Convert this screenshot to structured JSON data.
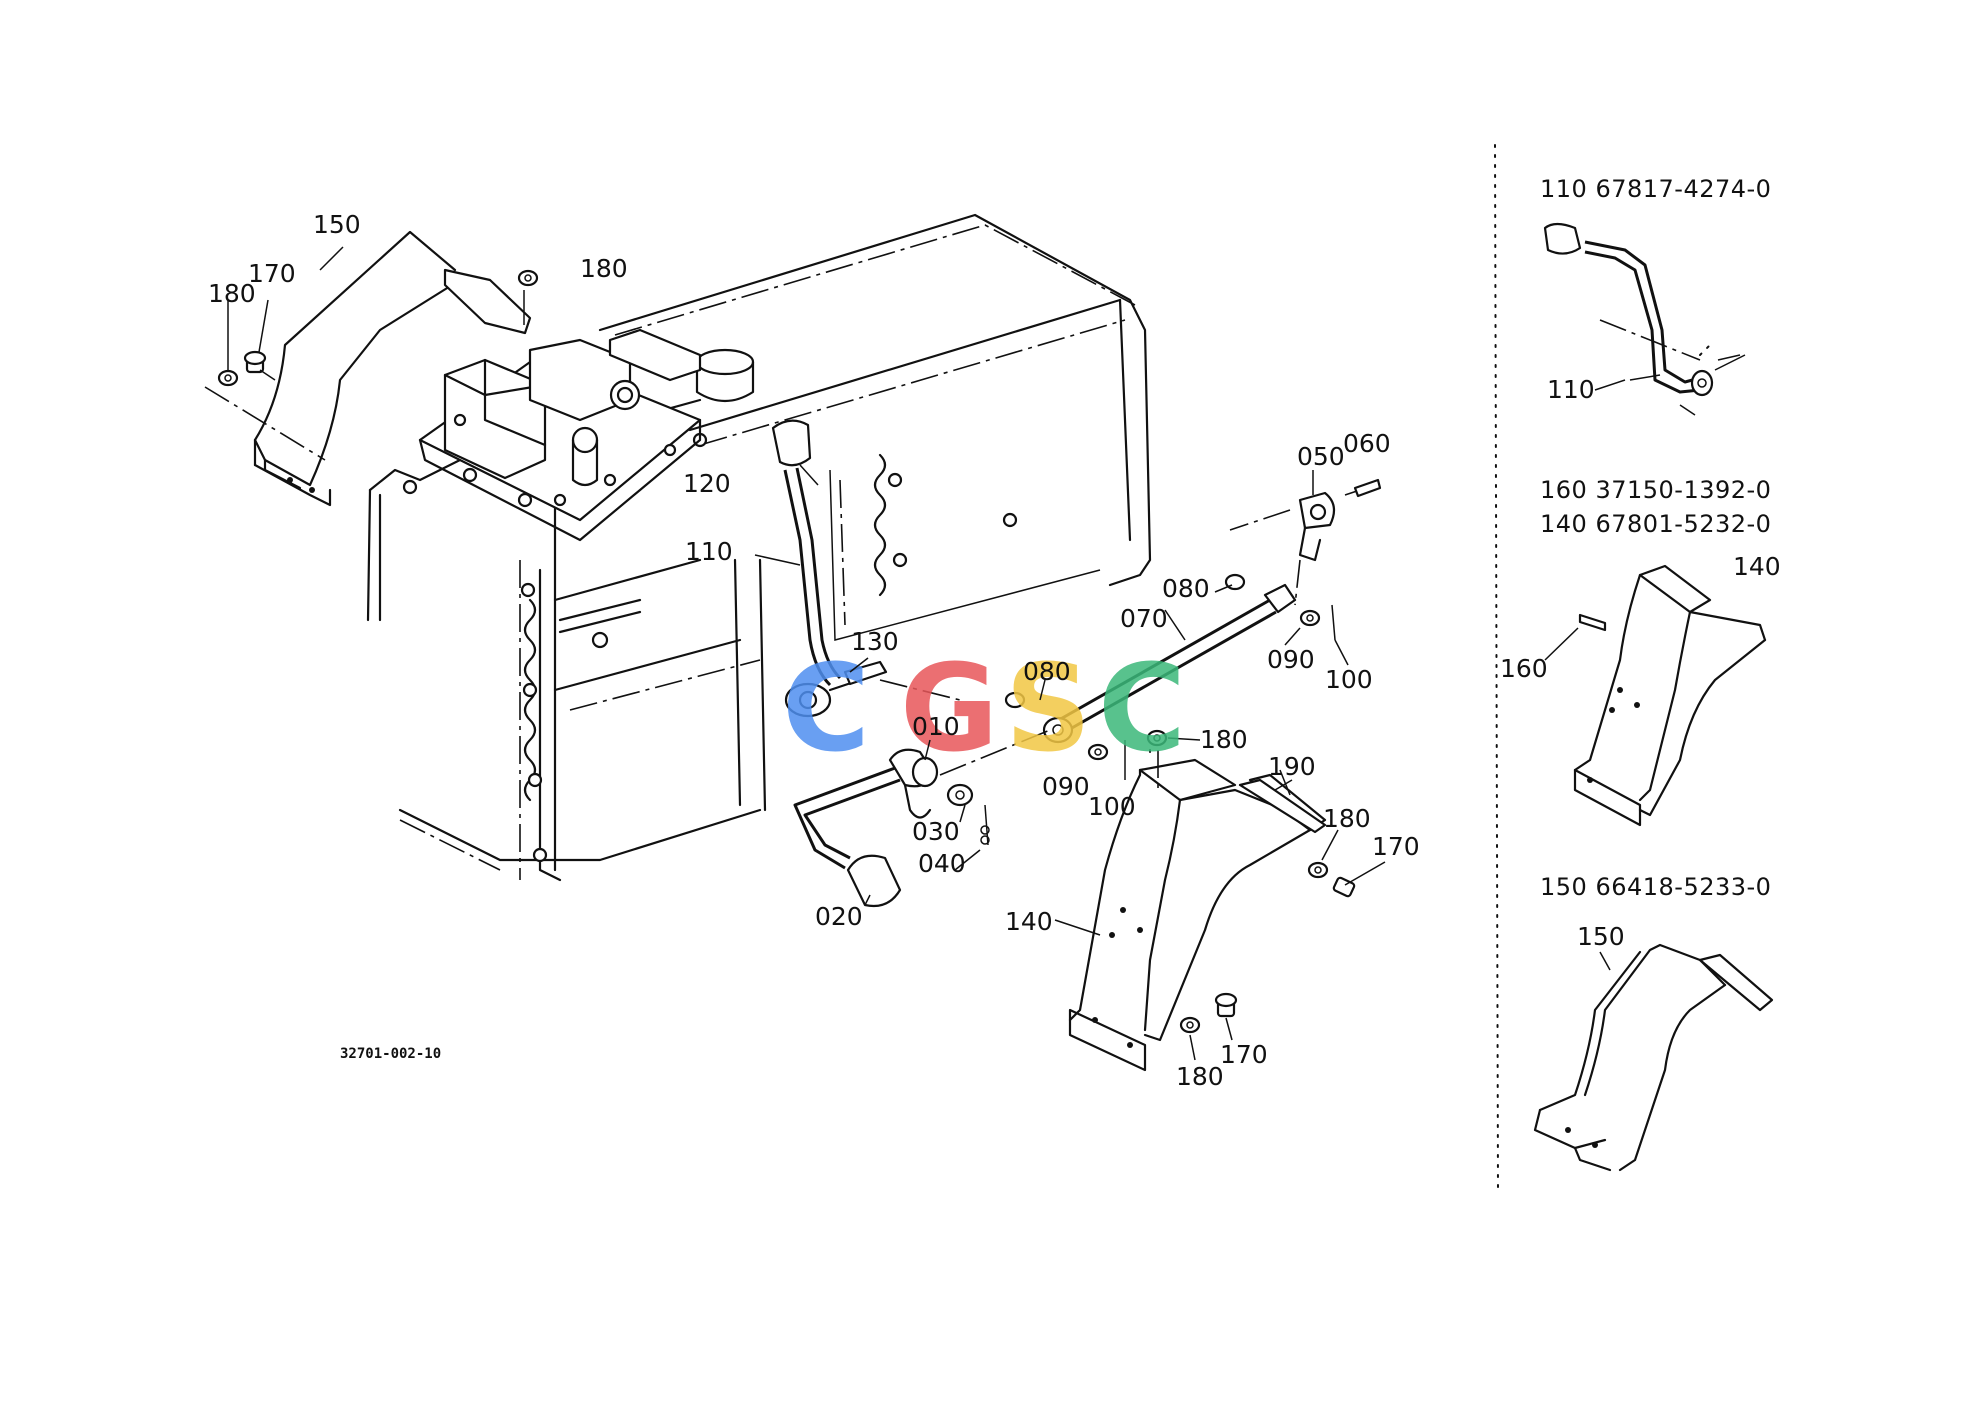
{
  "drawing_number": "32701-002-10",
  "callouts": {
    "c010": "010",
    "c020": "020",
    "c030": "030",
    "c040": "040",
    "c050": "050",
    "c060": "060",
    "c070": "070",
    "c080a": "080",
    "c080b": "080",
    "c090a": "090",
    "c090b": "090",
    "c100a": "100",
    "c100b": "100",
    "c110": "110",
    "c120": "120",
    "c130": "130",
    "c140": "140",
    "c150": "150",
    "c170a": "170",
    "c170b": "170",
    "c170c": "170",
    "c180a": "180",
    "c180b": "180",
    "c180c": "180",
    "c180d": "180",
    "c180e": "180",
    "c190": "190"
  },
  "side_panel": {
    "part_110_spec": "110 67817-4274-0",
    "part_110_label": "110",
    "part_160_spec": "160 37150-1392-0",
    "part_140_spec": "140 67801-5232-0",
    "part_140_label": "140",
    "part_160_label": "160",
    "part_150_spec": "150 66418-5233-0",
    "part_150_label": "150"
  },
  "watermark": {
    "letters": [
      "C",
      "G",
      "S",
      "C"
    ],
    "colors": [
      "#4f8ff0",
      "#e8575a",
      "#f2c744",
      "#3bb87a"
    ]
  }
}
